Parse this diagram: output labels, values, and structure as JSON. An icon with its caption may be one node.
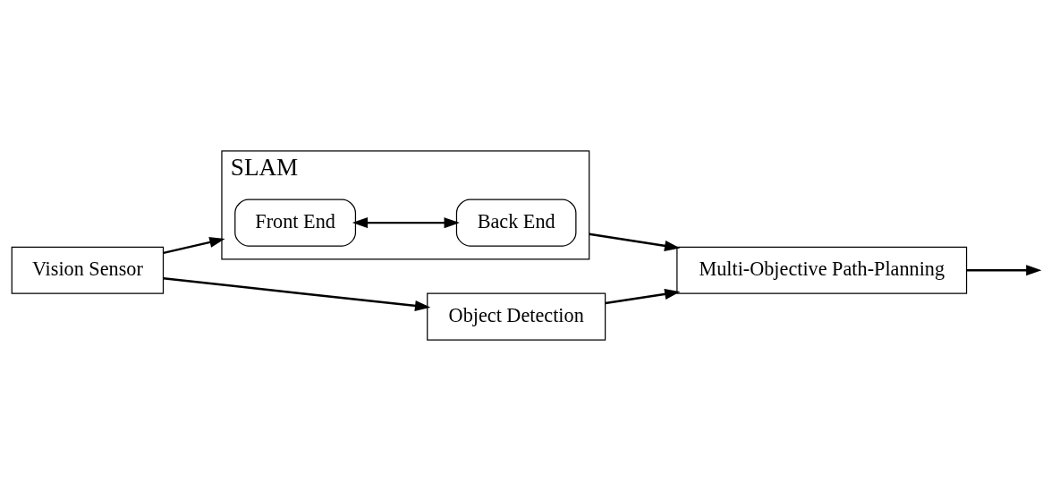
{
  "diagram": {
    "nodes": [
      {
        "text": [
          "Vision Sensor"
        ]
      },
      {
        "text": [
          "SLAM"
        ]
      },
      {
        "text": [
          "Front End"
        ],
        "in": 1
      },
      {
        "text": [
          "Back End"
        ],
        "in": 1
      },
      {
        "text": [
          "Object Detection"
        ]
      },
      {
        "text": [
          "Multi-Objective Path-Planning"
        ]
      }
    ],
    "edges": [
      {
        "from": 0,
        "to": 1,
        "arrow": "to"
      },
      {
        "from": 0,
        "to": 4,
        "arrow": "to"
      },
      {
        "from": 2,
        "to": 3,
        "arrow": "both"
      },
      {
        "from": 1,
        "to": 5,
        "arrow": "to"
      },
      {
        "from": 4,
        "to": 5,
        "arrow": "to"
      },
      {
        "from": 5,
        "to": null,
        "arrow": "to"
      }
    ]
  }
}
